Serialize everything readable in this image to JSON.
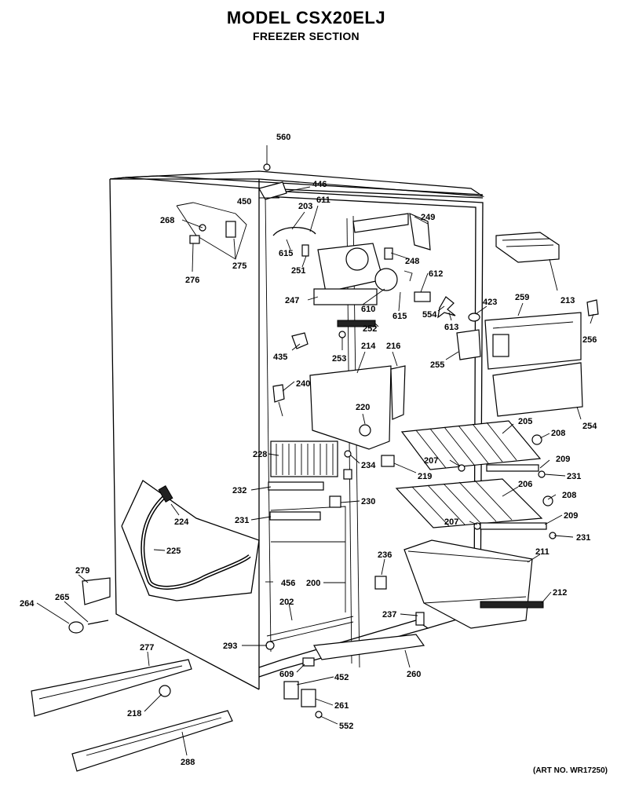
{
  "header": {
    "title": "MODEL CSX20ELJ",
    "subtitle": "FREEZER SECTION"
  },
  "footer": {
    "art_no": "(ART NO. WR17250)"
  },
  "parts": [
    "560",
    "446",
    "450",
    "203",
    "611",
    "249",
    "268",
    "615",
    "251",
    "276",
    "275",
    "248",
    "612",
    "247",
    "610",
    "615",
    "554",
    "613",
    "423",
    "259",
    "213",
    "252",
    "256",
    "435",
    "253",
    "214",
    "216",
    "255",
    "240",
    "220",
    "254",
    "205",
    "208",
    "228",
    "234",
    "207",
    "209",
    "219",
    "231",
    "232",
    "230",
    "206",
    "208",
    "224",
    "231",
    "207",
    "209",
    "231",
    "225",
    "279",
    "236",
    "211",
    "456",
    "200",
    "212",
    "264",
    "265",
    "202",
    "237",
    "277",
    "293",
    "260",
    "609",
    "452",
    "218",
    "261",
    "552",
    "288"
  ]
}
